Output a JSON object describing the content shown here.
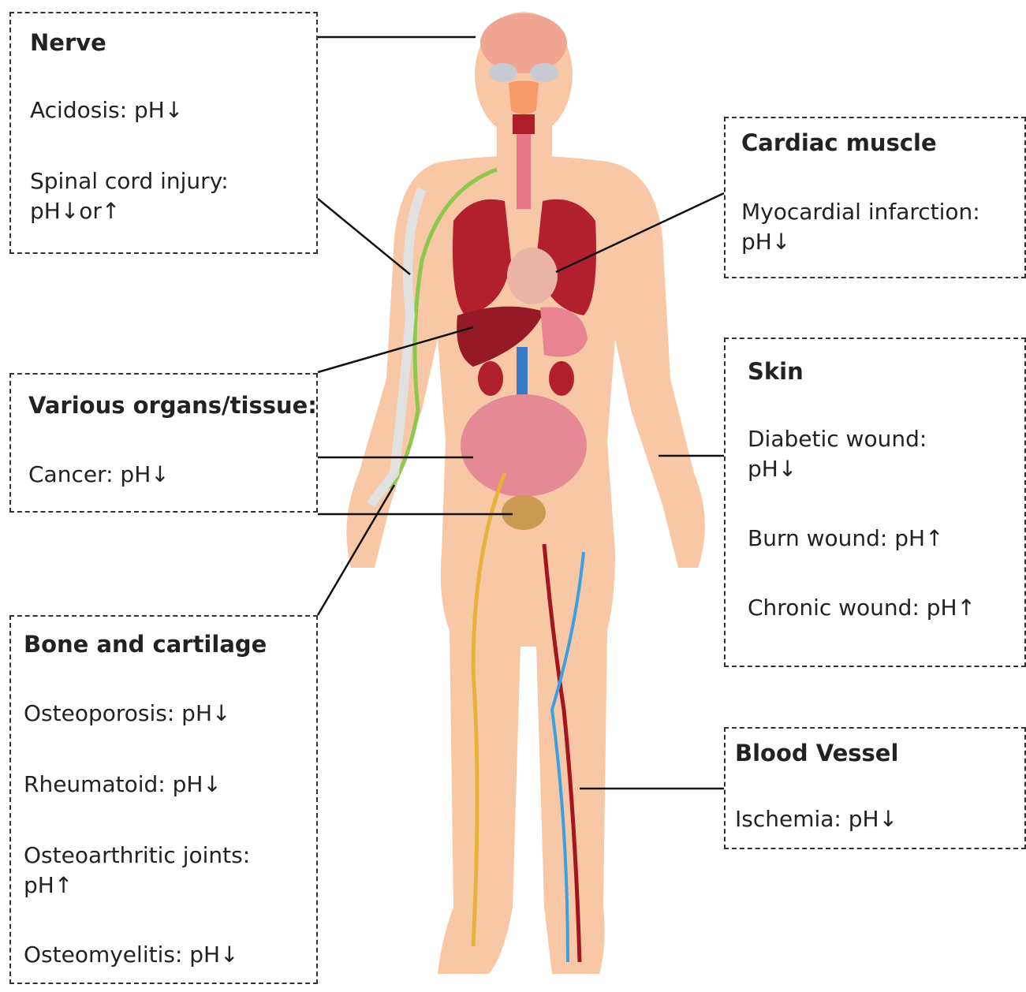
{
  "figure": {
    "colors": {
      "skin": "#f8c8a6",
      "organ_red": "#b3202d",
      "organ_pink": "#e88a96",
      "artery": "#a3151f",
      "vein": "#3aa0e0",
      "nerve": "#e8b23a",
      "nerve_arm": "#8cc84b",
      "bone": "#dfe3e8",
      "box_border": "#333333"
    },
    "image_description_hidden": true
  },
  "boxes": {
    "nerve": {
      "title": "Nerve",
      "entries": [
        "Acidosis: pH↓",
        "Spinal cord injury:",
        "pH↓or↑"
      ]
    },
    "cardiac": {
      "title": "Cardiac muscle",
      "entries": [
        "Myocardial infarction:",
        "pH↓"
      ]
    },
    "organs": {
      "title": "Various organs/tissue:",
      "entries": [
        "Cancer: pH↓"
      ]
    },
    "skin": {
      "title": "Skin",
      "entries": [
        "Diabetic wound:",
        "pH↓",
        "Burn wound: pH↑",
        "Chronic wound: pH↑"
      ]
    },
    "bone": {
      "title": "Bone and cartilage",
      "entries": [
        "Osteoporosis: pH↓",
        "Rheumatoid: pH↓",
        "Osteoarthritic joints:",
        "pH↑",
        "Osteomyelitis: pH↓"
      ]
    },
    "vessel": {
      "title": "Blood Vessel",
      "entries": [
        "Ischemia: pH↓"
      ]
    }
  }
}
